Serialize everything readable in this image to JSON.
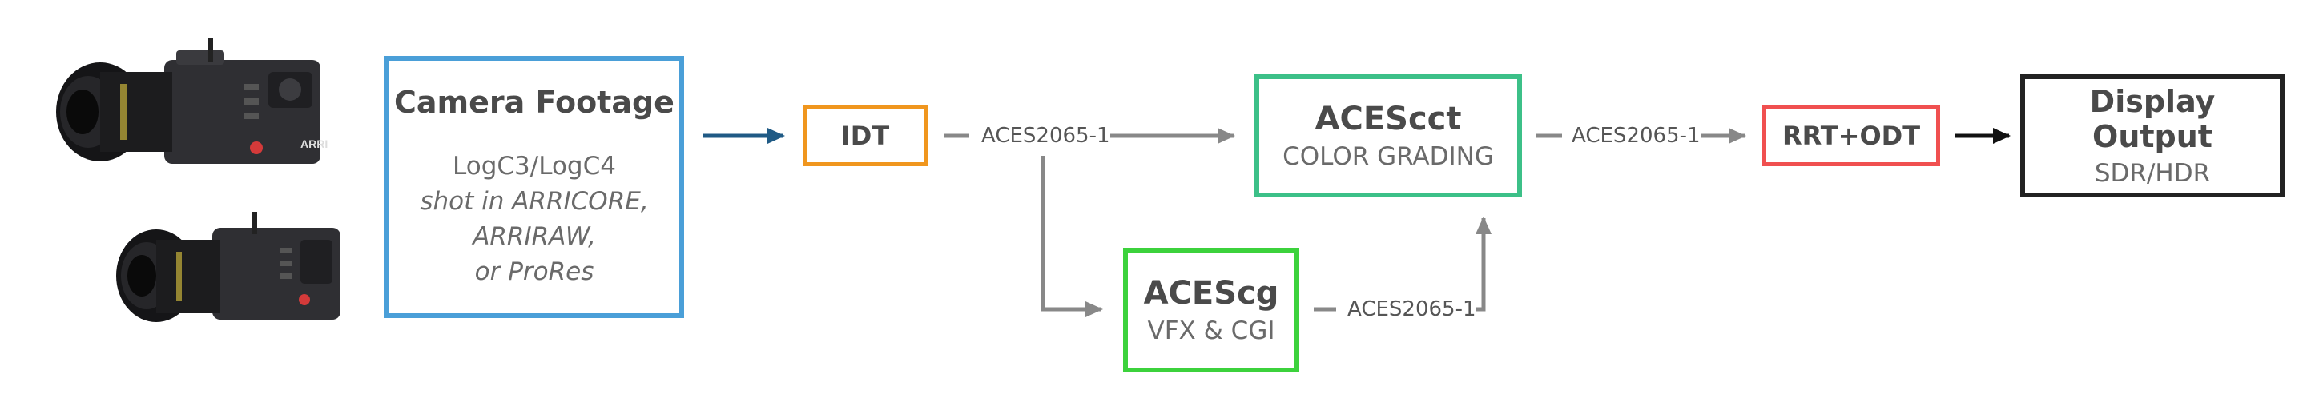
{
  "diagram": {
    "camera_footage": {
      "title": "Camera Footage",
      "formats": "LogC3/LogC4",
      "shot_line1": "shot in ARRICORE,",
      "shot_line2": "ARRIRAW,",
      "shot_line3": "or ProRes",
      "color": "#4a9fd8"
    },
    "idt": {
      "title": "IDT",
      "color": "#f0961e"
    },
    "acescct": {
      "title": "ACEScct",
      "subtitle": "COLOR GRADING",
      "color": "#3cc088"
    },
    "acescg": {
      "title": "ACEScg",
      "subtitle": "VFX & CGI",
      "color": "#3cd23c"
    },
    "rrt_odt": {
      "title": "RRT+ODT",
      "color": "#f05050"
    },
    "display_output": {
      "title": "Display Output",
      "subtitle": "SDR/HDR",
      "color": "#222222"
    },
    "edge_labels": {
      "idt_to_acescct": "ACES2065-1",
      "acescg_to_acescct": "ACES2065-1",
      "acescct_to_rrt": "ACES2065-1"
    },
    "camera_brand": "ARRI"
  }
}
